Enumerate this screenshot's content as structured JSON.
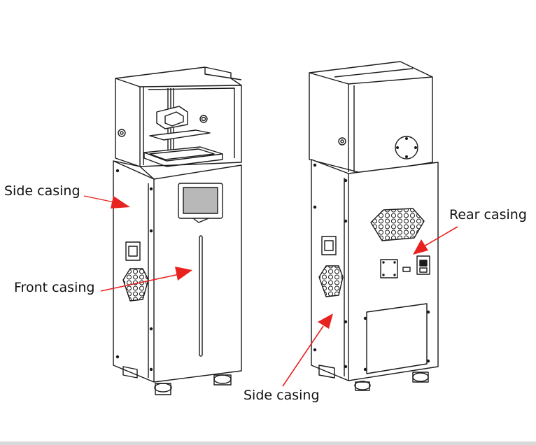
{
  "labels": {
    "side_casing_left": "Side casing",
    "front_casing": "Front casing",
    "side_casing_bottom": "Side casing",
    "rear_casing": "Rear casing"
  },
  "colors": {
    "arrow": "#e8231f",
    "line": "#1a1a1a",
    "screen": "#b8b8b8",
    "background": "#ffffff"
  },
  "icons": [
    "front-view-printer",
    "rear-view-printer",
    "arrow-icon"
  ]
}
